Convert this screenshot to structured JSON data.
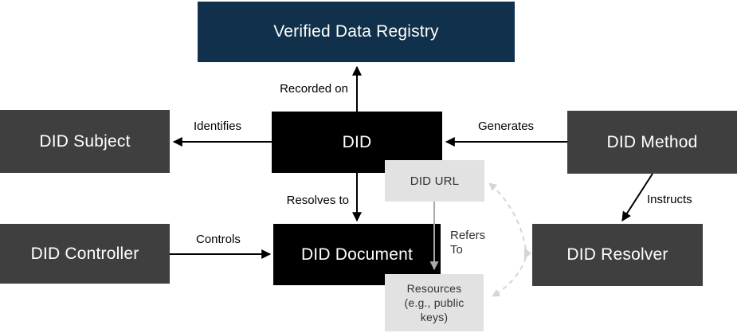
{
  "diagram": {
    "nodes": {
      "verified_data_registry": {
        "label": "Verified Data Registry"
      },
      "did_subject": {
        "label": "DID Subject"
      },
      "did": {
        "label": "DID"
      },
      "did_method": {
        "label": "DID Method"
      },
      "did_url": {
        "label": "DID URL"
      },
      "did_controller": {
        "label": "DID Controller"
      },
      "did_document": {
        "label": "DID Document"
      },
      "did_resolver": {
        "label": "DID Resolver"
      },
      "resources": {
        "label": "Resources\n(e.g., public\nkeys)"
      }
    },
    "edges": {
      "recorded_on": {
        "label": "Recorded on"
      },
      "identifies": {
        "label": "Identifies"
      },
      "generates": {
        "label": "Generates"
      },
      "resolves_to": {
        "label": "Resolves to"
      },
      "controls": {
        "label": "Controls"
      },
      "instructs": {
        "label": "Instructs"
      },
      "refers_to": {
        "label": "Refers\nTo"
      }
    },
    "colors": {
      "registry_bg": "#10304b",
      "primary_bg": "#000000",
      "secondary_bg": "#3f3f3f",
      "tertiary_bg": "#e2e2e2",
      "node_text": "#ffffff",
      "muted_text": "#333333",
      "arrow": "#000000",
      "gray_arrow": "#a9a9a9",
      "dashed_arrow": "#d5d5d5"
    }
  }
}
